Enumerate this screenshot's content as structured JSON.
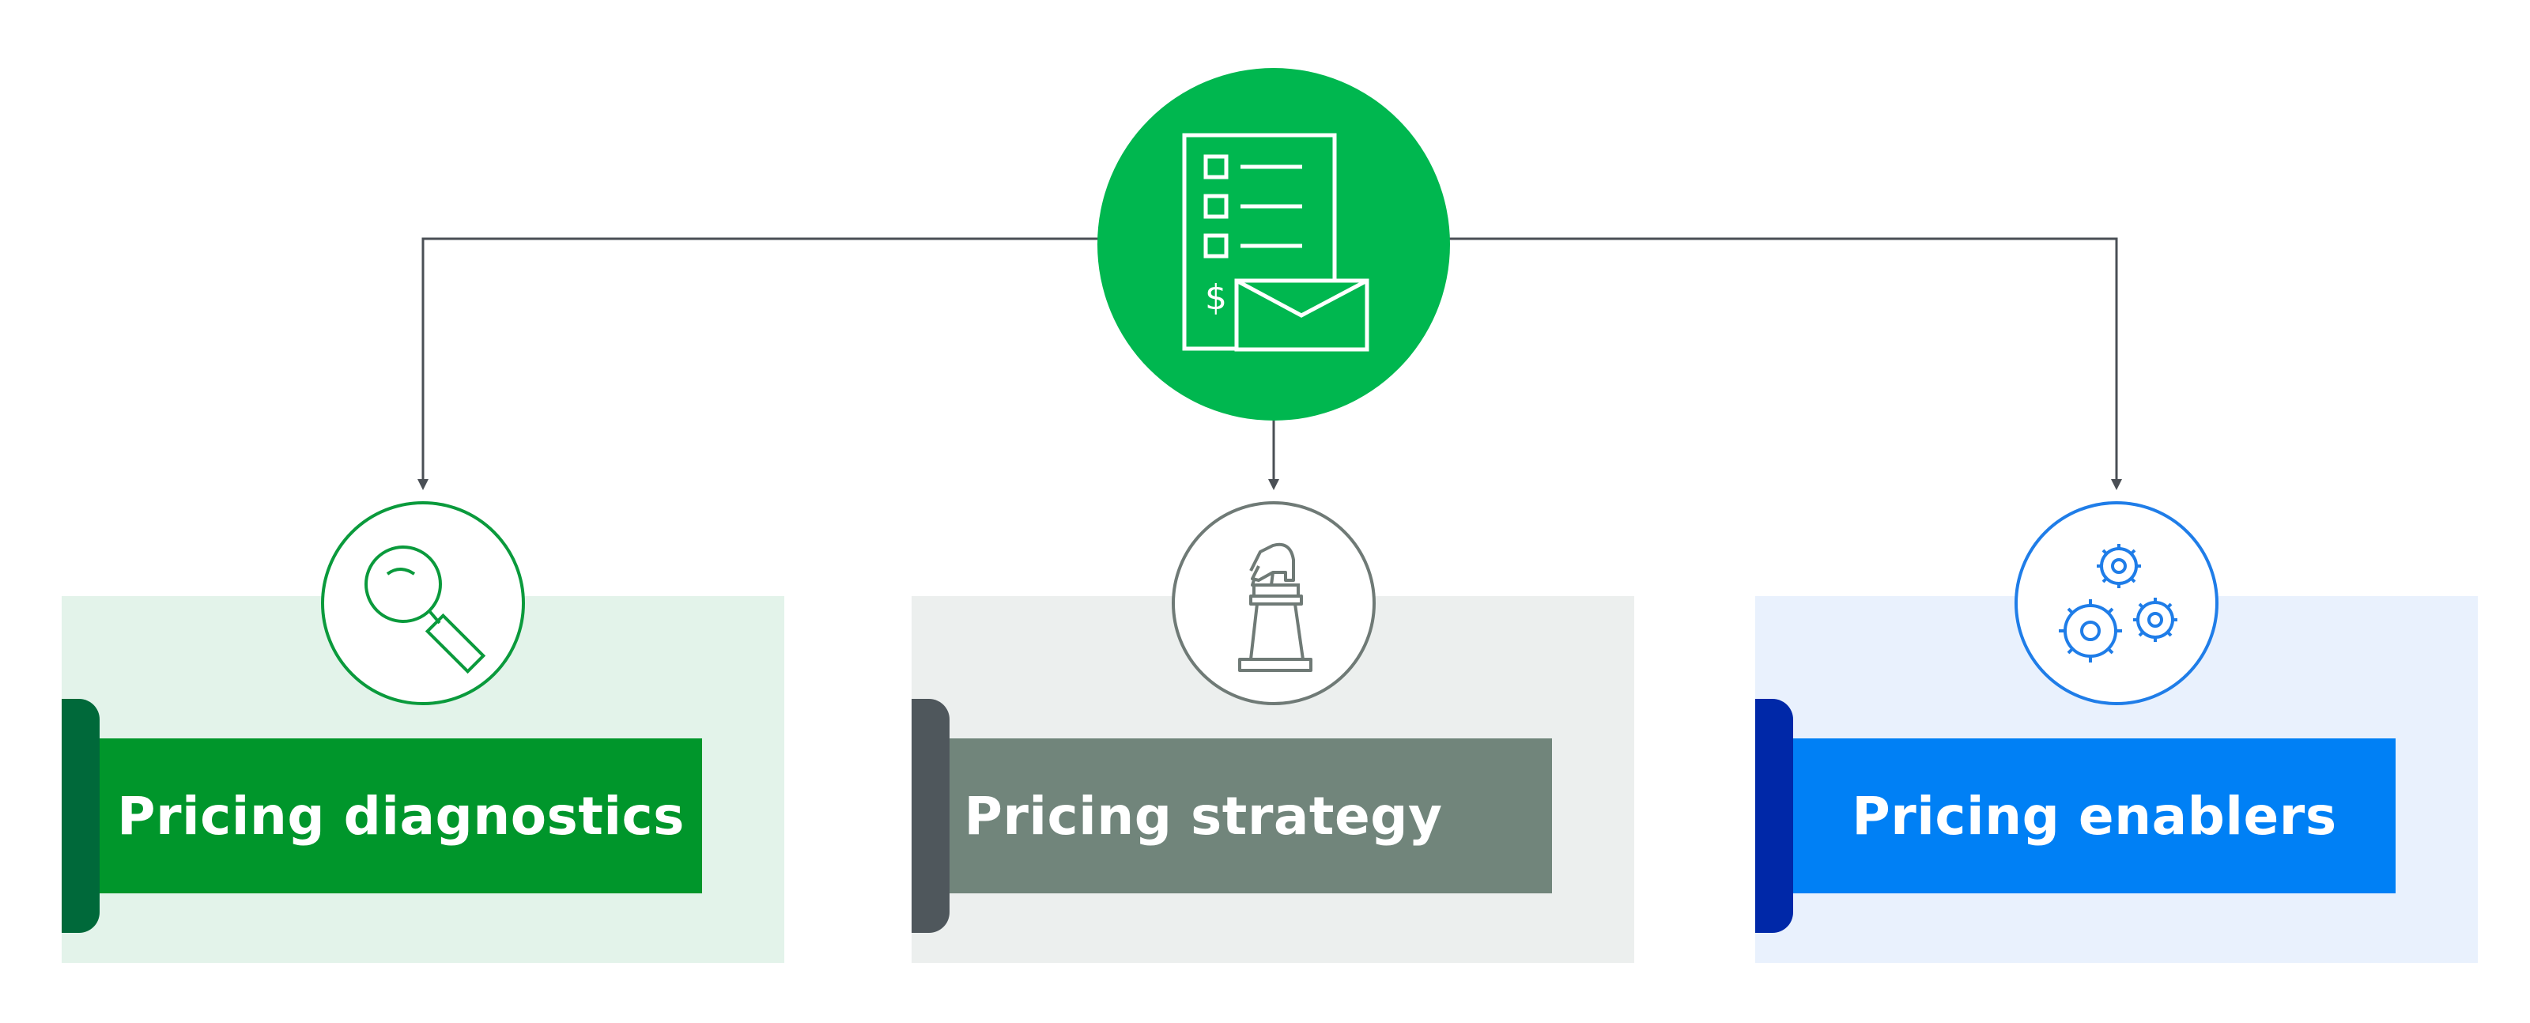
{
  "hub": {
    "icon": "pricing-proposal-document-icon",
    "color": "#00b74f"
  },
  "branches": [
    {
      "label": "Pricing diagnostics",
      "icon": "magnifying-glass-icon",
      "accent": "#00962b",
      "tab": "#00693a",
      "panel": "#e3f3ea"
    },
    {
      "label": "Pricing strategy",
      "icon": "chess-knight-icon",
      "accent": "#71857b",
      "tab": "#4f575c",
      "panel": "#ecefee"
    },
    {
      "label": "Pricing enablers",
      "icon": "gears-icon",
      "accent": "#0080f5",
      "tab": "#0028a8",
      "panel": "#e9f1fd"
    }
  ]
}
